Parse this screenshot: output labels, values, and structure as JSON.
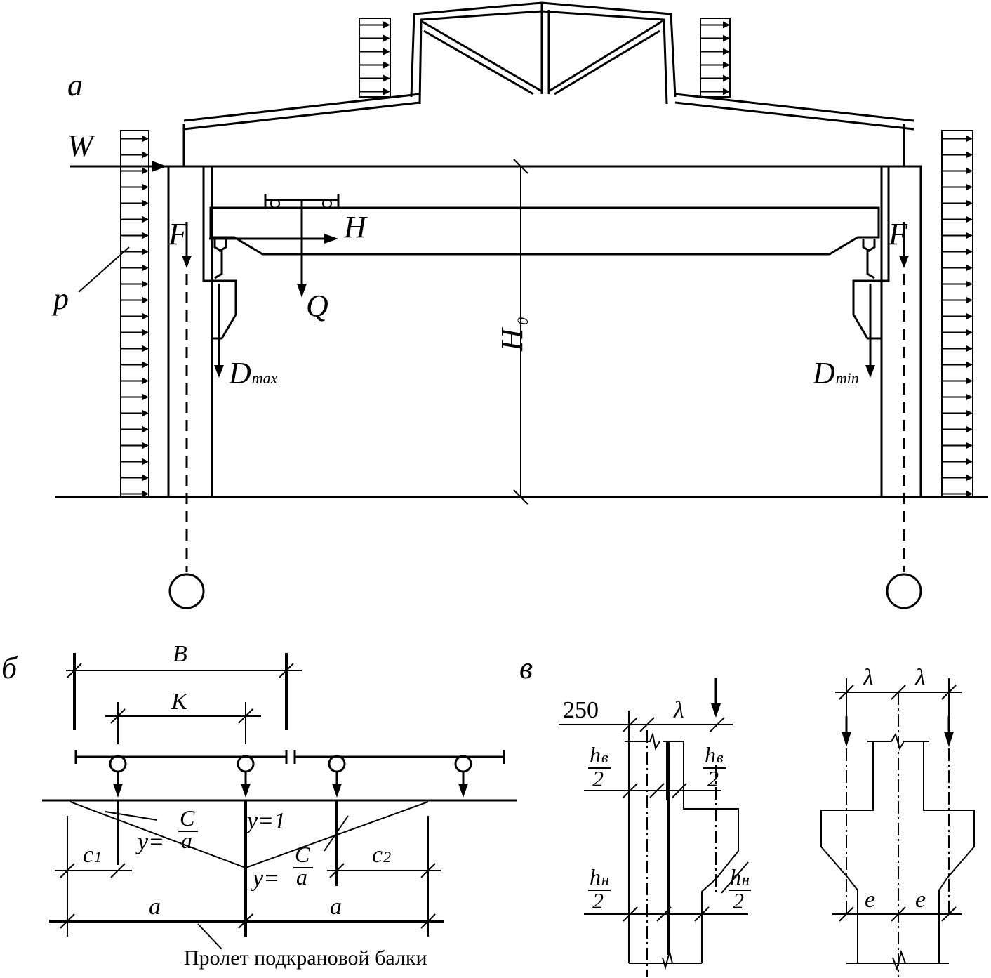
{
  "panels": {
    "a": "а",
    "b": "б",
    "v": "в"
  },
  "frame_labels": {
    "wind_load": "W",
    "distributed_load": "p",
    "roof_force_left": "F",
    "roof_force_right": "F",
    "crane_horizontal": "H",
    "crane_load": "Q",
    "height_main": "H",
    "height_sub": "0",
    "dmax_main": "D",
    "dmax_sub": "max",
    "dmin_main": "D",
    "dmin_sub": "min"
  },
  "influence_labels": {
    "span_b": "B",
    "base_k": "K",
    "y_one": "y=1",
    "y_ratio": "y=",
    "c_over": "C",
    "a_under": "a",
    "c1_main": "c",
    "c1_sub": "1",
    "c2_main": "c",
    "c2_sub": "2",
    "a_left": "a",
    "a_right": "a",
    "caption": "Пролет подкрановой балки"
  },
  "column_labels": {
    "dim_250": "250",
    "lambda": "λ",
    "h_main": "h",
    "h_sub_upper": "в",
    "h_sub_lower": "н",
    "half_denominator": "2",
    "e_label": "e"
  }
}
